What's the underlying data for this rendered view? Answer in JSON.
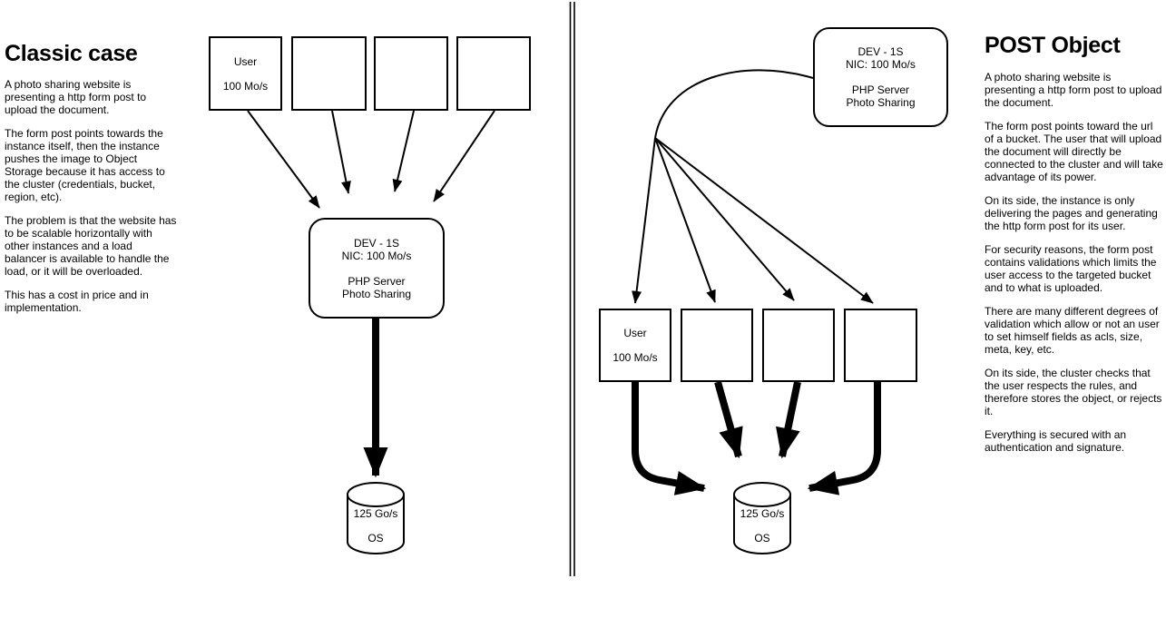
{
  "left": {
    "title": "Classic case",
    "paragraphs": [
      "A photo sharing website is presenting a http form post to upload the document.",
      "The form post points towards the instance itself, then the instance pushes the image to Object Storage because it has access to the cluster (credentials, bucket, region, etc).",
      "The problem is that the website has to be scalable horizontally with other instances and a load balancer is available to handle the load, or it will be overloaded.",
      "This has a cost in price and in implementation."
    ],
    "user_box": {
      "name": "User",
      "rate": "100 Mo/s"
    },
    "server_box": {
      "model": "DEV - 1S",
      "nic": "NIC: 100 Mo/s",
      "role1": "PHP Server",
      "role2": "Photo Sharing"
    },
    "storage": {
      "rate": "125 Go/s",
      "label": "OS"
    }
  },
  "right": {
    "title": "POST Object",
    "paragraphs": [
      "A photo sharing website is presenting a http form post to upload the document.",
      "The form post points toward the url of a bucket. The user that will upload the document will directly be connected to the cluster and will take advantage of its power.",
      "On its side, the instance is only delivering the pages and generating the http form post for its user.",
      "For security reasons, the form post contains validations which limits the user access to the targeted bucket and to what is uploaded.",
      "There are many different degrees of validation which allow or not an user to set himself fields as acls, size, meta, key, etc.",
      "On its side, the cluster checks that the user respects the rules, and therefore stores the object, or rejects it.",
      "Everything is secured with an authentication and signature."
    ],
    "user_box": {
      "name": "User",
      "rate": "100 Mo/s"
    },
    "server_box": {
      "model": "DEV - 1S",
      "nic": "NIC: 100 Mo/s",
      "role1": "PHP Server",
      "role2": "Photo Sharing"
    },
    "storage": {
      "rate": "125 Go/s",
      "label": "OS"
    }
  },
  "colors": {
    "stroke": "#000000",
    "background": "#ffffff"
  }
}
